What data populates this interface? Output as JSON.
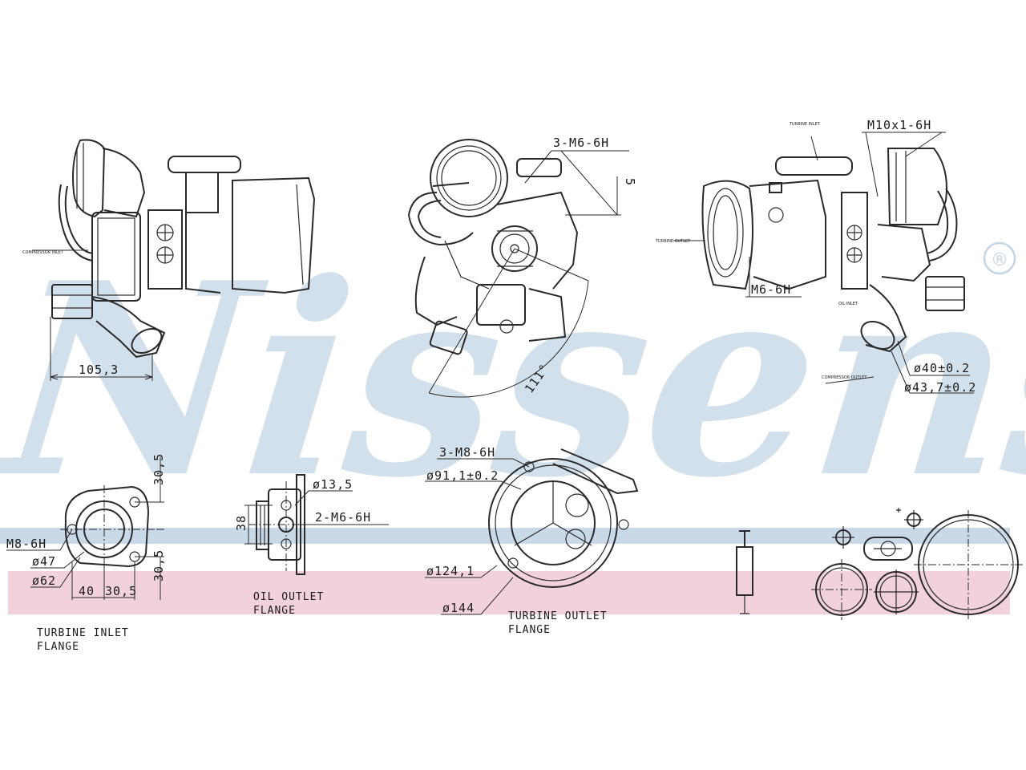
{
  "watermark": {
    "text": "Nissens",
    "registered": "®",
    "color": "#c3d6e6"
  },
  "band_colors": {
    "blue": "#c9d9e8",
    "pink": "#f2d2da"
  },
  "dimensions": {
    "side_width": "105,3",
    "angle": "111°",
    "top_thread": "3-M6-6H",
    "m10_thread": "M10x1-6H",
    "m6_thread": "M6-6H",
    "d40": "ø40±0.2",
    "d43": "ø43,7±0.2",
    "inlet_thread": "M8-6H",
    "inlet_d47": "ø47",
    "inlet_d62": "ø62",
    "inlet_w40": "40",
    "inlet_w305": "30,5",
    "inlet_h305_top": "30,5",
    "inlet_h305_bot": "30,5",
    "oil_d135": "ø13,5",
    "oil_thread": "2-M6-6H",
    "oil_h38": "38",
    "outlet_thread": "3-M8-6H",
    "outlet_d911": "ø91,1±0.2",
    "outlet_d1241": "ø124,1",
    "outlet_d144": "ø144"
  },
  "tiny_labels": {
    "compressor_inlet": "COMPRESSOR INLET",
    "turbine_inlet": "TURBINE INLET",
    "turbine_outlet": "TURBINE OUTLET",
    "oil_inlet": "OIL INLET",
    "compressor_outlet": "COMPRESSOR OUTLET"
  },
  "captions": {
    "inlet_line1": "TURBINE INLET",
    "inlet_line2": "FLANGE",
    "oil_line1": "OIL OUTLET",
    "oil_line2": "FLANGE",
    "outlet_line1": "TURBINE OUTLET",
    "outlet_line2": "FLANGE"
  }
}
